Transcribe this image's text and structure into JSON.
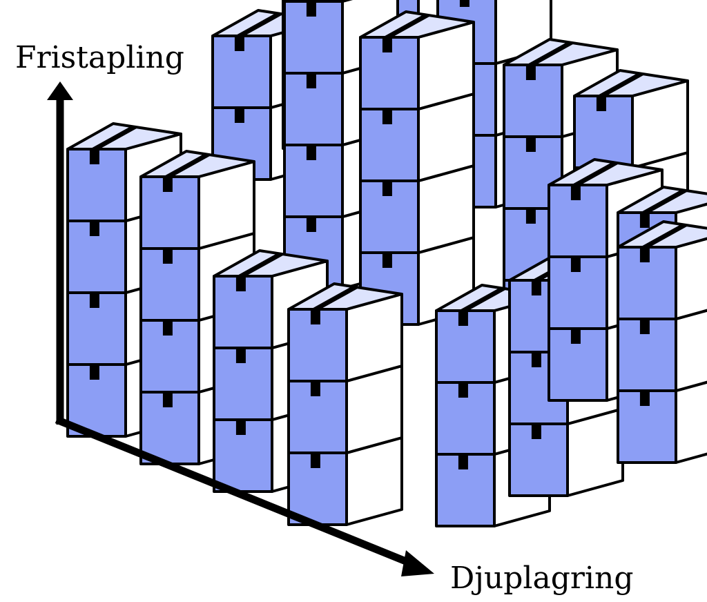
{
  "labels": {
    "vertical_axis": "Fristapling",
    "depth_axis": "Djuplagring"
  },
  "colors": {
    "box_front": "#8c9ef5",
    "box_top": "#dde3fd",
    "box_side": "#ffffff",
    "tape": "#000000",
    "outline": "#000000",
    "background": "#ffffff"
  },
  "stacks": [
    {
      "id": "back-left",
      "boxes": 2
    },
    {
      "id": "back-top",
      "boxes": 3
    },
    {
      "id": "back-mid",
      "boxes": 3
    },
    {
      "id": "back-right",
      "boxes": 3
    },
    {
      "id": "left-1",
      "boxes": 4
    },
    {
      "id": "left-2",
      "boxes": 4
    },
    {
      "id": "center-1",
      "boxes": 4
    },
    {
      "id": "center-2",
      "boxes": 4
    },
    {
      "id": "right-back-1",
      "boxes": 4
    },
    {
      "id": "right-back-2",
      "boxes": 4
    },
    {
      "id": "front-1",
      "boxes": 3
    },
    {
      "id": "front-2",
      "boxes": 3
    },
    {
      "id": "front-3",
      "boxes": 3
    },
    {
      "id": "front-4",
      "boxes": 3
    },
    {
      "id": "right-1",
      "boxes": 3
    },
    {
      "id": "right-2",
      "boxes": 3
    },
    {
      "id": "right-3",
      "boxes": 3
    }
  ]
}
